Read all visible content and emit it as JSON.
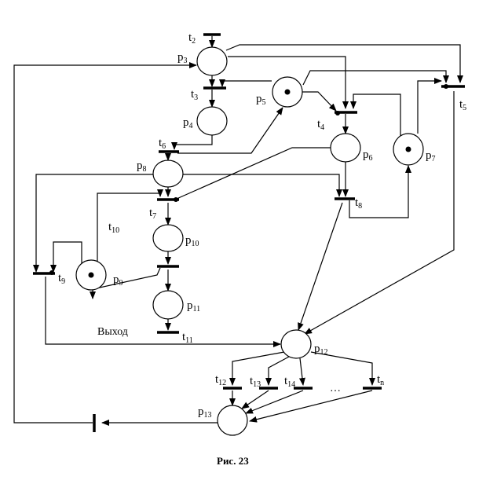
{
  "places": [
    {
      "id": "p3",
      "name": "p",
      "sub": "3",
      "tokens": 0
    },
    {
      "id": "p4",
      "name": "p",
      "sub": "4",
      "tokens": 0
    },
    {
      "id": "p5",
      "name": "p",
      "sub": "5",
      "tokens": 1
    },
    {
      "id": "p6",
      "name": "p",
      "sub": "6",
      "tokens": 0
    },
    {
      "id": "p7",
      "name": "p",
      "sub": "7",
      "tokens": 1
    },
    {
      "id": "p8",
      "name": "p",
      "sub": "8",
      "tokens": 0
    },
    {
      "id": "p9",
      "name": "p",
      "sub": "9",
      "tokens": 1
    },
    {
      "id": "p10",
      "name": "p",
      "sub": "10",
      "tokens": 0
    },
    {
      "id": "p11",
      "name": "p",
      "sub": "11",
      "tokens": 0
    },
    {
      "id": "p12",
      "name": "p",
      "sub": "12",
      "tokens": 0
    },
    {
      "id": "p13",
      "name": "p",
      "sub": "13",
      "tokens": 0
    }
  ],
  "transitions": [
    {
      "id": "t2",
      "name": "t",
      "sub": "2"
    },
    {
      "id": "t3",
      "name": "t",
      "sub": "3"
    },
    {
      "id": "t4",
      "name": "t",
      "sub": "4"
    },
    {
      "id": "t5",
      "name": "t",
      "sub": "5"
    },
    {
      "id": "t6",
      "name": "t",
      "sub": "6"
    },
    {
      "id": "t7",
      "name": "t",
      "sub": "7"
    },
    {
      "id": "t8",
      "name": "t",
      "sub": "8"
    },
    {
      "id": "t9",
      "name": "t",
      "sub": "9"
    },
    {
      "id": "t10",
      "name": "t",
      "sub": "10"
    },
    {
      "id": "t11",
      "name": "t",
      "sub": "11"
    },
    {
      "id": "t12",
      "name": "t",
      "sub": "12"
    },
    {
      "id": "t13",
      "name": "t",
      "sub": "13"
    },
    {
      "id": "t14",
      "name": "t",
      "sub": "14"
    },
    {
      "id": "tn",
      "name": "t",
      "sub": "n"
    }
  ],
  "labels": {
    "exit": "Выход",
    "ellipsis": "…",
    "caption": "Рис. 23"
  }
}
